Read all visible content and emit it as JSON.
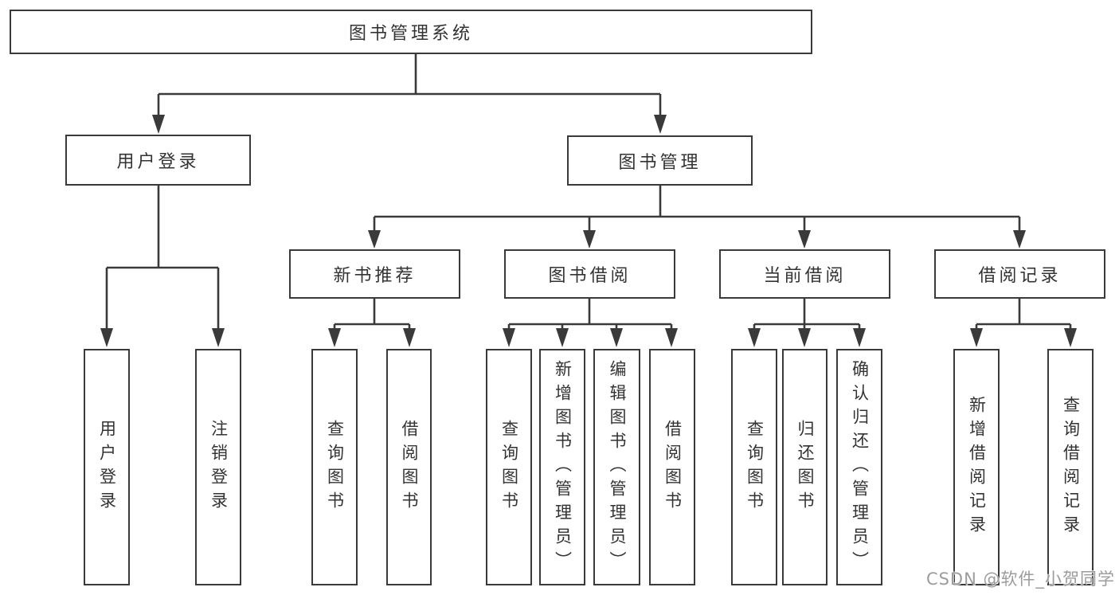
{
  "colors": {
    "line": "#3a3a3a",
    "text": "#333333",
    "watermark": "#9c9c9c",
    "bg": "#ffffff"
  },
  "diagram": {
    "root": "图书管理系统",
    "branches": [
      {
        "label": "用户登录",
        "children": [
          "用户登录",
          "注销登录"
        ]
      },
      {
        "label": "图书管理",
        "modules": [
          {
            "label": "新书推荐",
            "children": [
              "查询图书",
              "借阅图书"
            ]
          },
          {
            "label": "图书借阅",
            "children": [
              "查询图书",
              "新增图书（管理员）",
              "编辑图书（管理员）",
              "借阅图书"
            ]
          },
          {
            "label": "当前借阅",
            "children": [
              "查询图书",
              "归还图书",
              "确认归还（管理员）"
            ]
          },
          {
            "label": "借阅记录",
            "children": [
              "新增借阅记录",
              "查询借阅记录"
            ]
          }
        ]
      }
    ]
  },
  "watermark": "CSDN @软件_小贺同学"
}
